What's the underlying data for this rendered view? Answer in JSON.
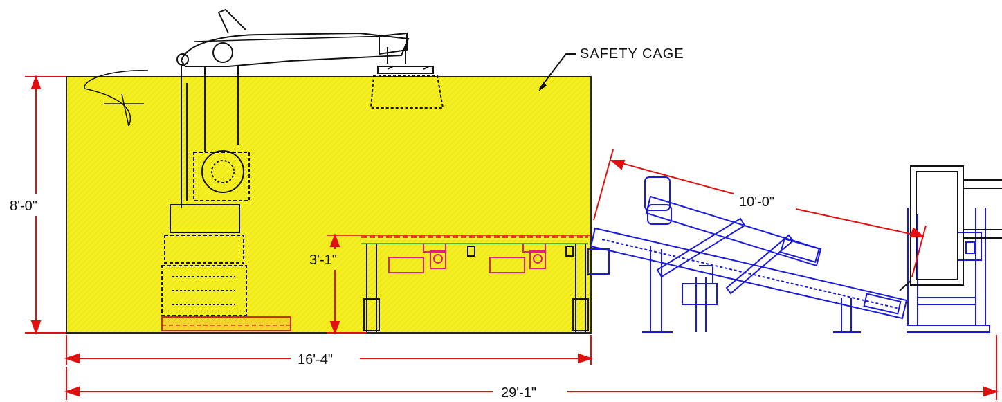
{
  "labels": {
    "safety_cage": "SAFETY CAGE"
  },
  "dimensions": {
    "cage_height": "8'-0\"",
    "cage_length": "16'-4\"",
    "overall_length": "29'-1\"",
    "conveyor_height": "3'-1\"",
    "incline_length": "10'-0\""
  },
  "colors": {
    "cage_fill": "#f4f020",
    "dimension_line": "#e01010",
    "robot_line": "#111111",
    "conveyor_line": "#1a1ad8",
    "motor_line": "#e0207a",
    "roller_line": "#e04010"
  }
}
